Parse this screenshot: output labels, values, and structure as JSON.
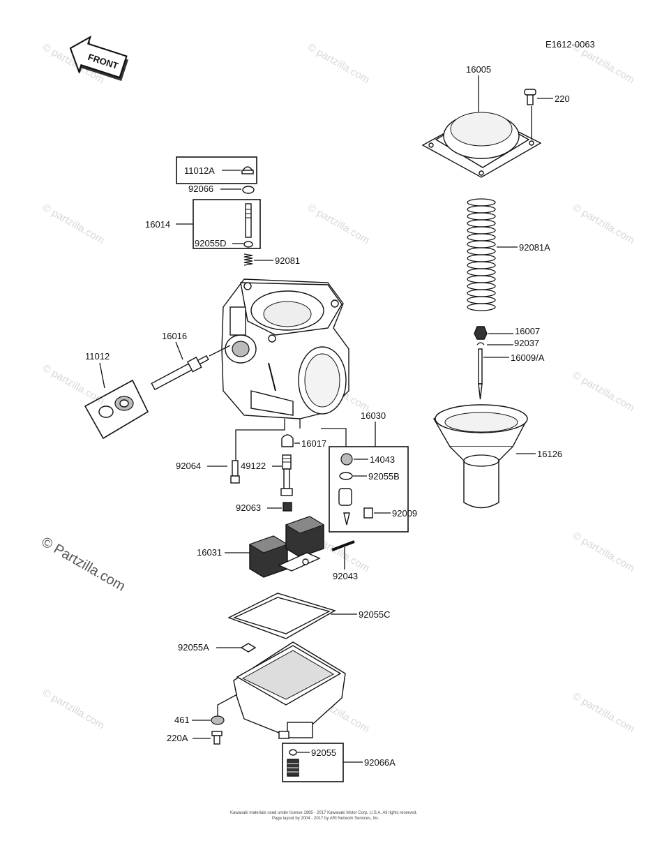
{
  "diagram": {
    "ref_code": "E1612-0063",
    "front_label": "FRONT",
    "watermark": "© Partzilla.com",
    "watermark_small": "© partzilla.com",
    "footer_line1": "Kawasaki materials used under license 1985 - 2017 Kawasaki Motor Corp. U.S.A. All rights reserved.",
    "footer_line2": "Page layout by 2004 - 2017 by ARI Network Services, Inc.",
    "labels": {
      "p11012A": "11012A",
      "p92066": "92066",
      "p16014": "16014",
      "p92055D": "92055D",
      "p92081": "92081",
      "p16016": "16016",
      "p11012": "11012",
      "p16017": "16017",
      "p16030": "16030",
      "p14043": "14043",
      "p92055B": "92055B",
      "p92009": "92009",
      "p92064": "92064",
      "p49122": "49122",
      "p92063": "92063",
      "p16031": "16031",
      "p92043": "92043",
      "p92055C": "92055C",
      "p92055A": "92055A",
      "p461": "461",
      "p220A": "220A",
      "p92055": "92055",
      "p92066A": "92066A",
      "p16005": "16005",
      "p220": "220",
      "p92081A": "92081A",
      "p16007": "16007",
      "p92037": "92037",
      "p16009A": "16009/A",
      "p16126": "16126"
    }
  }
}
